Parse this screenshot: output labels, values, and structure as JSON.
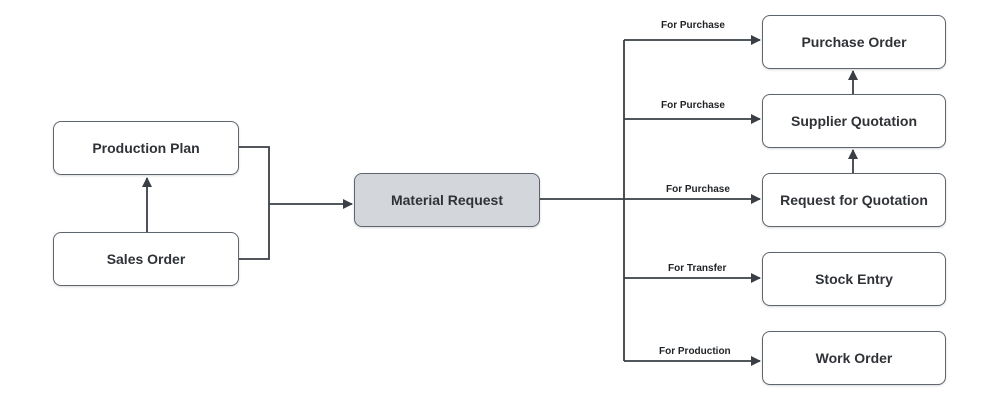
{
  "colors": {
    "line": "#3a3f45",
    "node_border": "#5f656d",
    "center_fill": "#d3d7dc",
    "text": "#2f3337"
  },
  "nodes": {
    "production_plan": "Production Plan",
    "sales_order": "Sales Order",
    "material_request": "Material Request",
    "purchase_order": "Purchase Order",
    "supplier_quotation": "Supplier Quotation",
    "request_for_quotation": "Request for Quotation",
    "stock_entry": "Stock Entry",
    "work_order": "Work Order"
  },
  "edge_labels": {
    "to_purchase_order": "For Purchase",
    "to_supplier_quotation": "For Purchase",
    "to_request_for_quotation": "For Purchase",
    "to_stock_entry": "For Transfer",
    "to_work_order": "For Production"
  }
}
